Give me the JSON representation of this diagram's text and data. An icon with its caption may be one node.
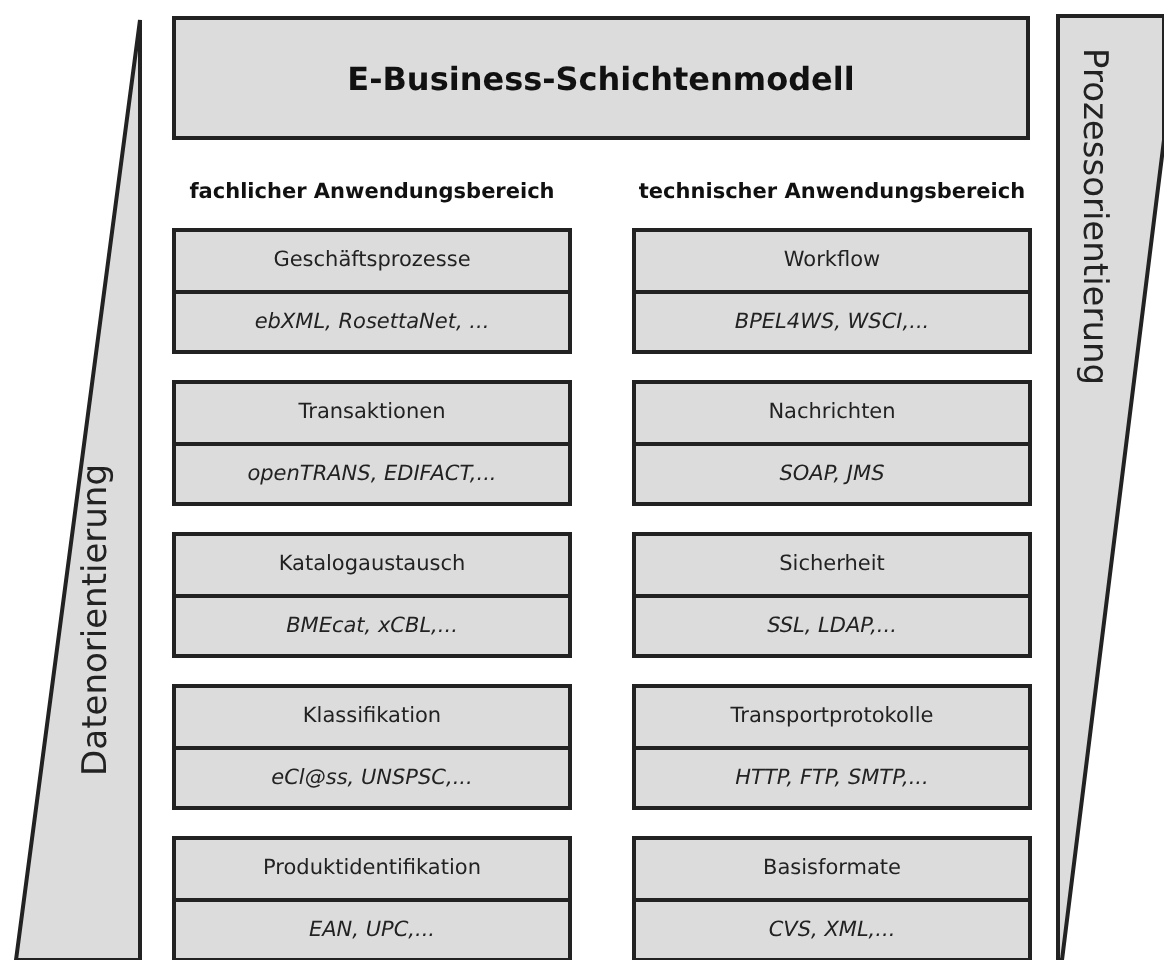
{
  "diagram": {
    "nodes": [
      {
        "text": [
          "E-Business-Schichtenmodell"
        ]
      },
      {
        "text": [
          "Datenorientierung"
        ]
      },
      {
        "text": [
          "Geschäftsprozesse",
          "ebXML, RosettaNet, ..."
        ]
      },
      {
        "text": [
          "Workflow",
          "BPEL4WS, WSCI,..."
        ]
      },
      {
        "text": [
          "Transaktionen",
          "openTRANS, EDIFACT,..."
        ]
      },
      {
        "text": [
          "Nachrichten",
          "SOAP, JMS"
        ]
      },
      {
        "text": [
          "Katalogaustausch",
          "BMEcat, xCBL,..."
        ]
      },
      {
        "text": [
          "Sicherheit",
          "SSL, LDAP,..."
        ]
      },
      {
        "text": [
          "Klassifikation",
          "eCl@ss, UNSPSC,..."
        ]
      },
      {
        "text": [
          "Transportprotokolle",
          "HTTP, FTP, SMTP,..."
        ]
      },
      {
        "text": [
          "Produktidentifikation",
          "EAN, UPC,..."
        ]
      },
      {
        "text": [
          "Basisformate",
          "CVS, XML,..."
        ]
      },
      {
        "text": [
          "Prozessorientierung"
        ]
      }
    ],
    "labels": [
      "fachlicher Anwendungsbereich",
      "technischer Anwendungsbereich"
    ]
  }
}
